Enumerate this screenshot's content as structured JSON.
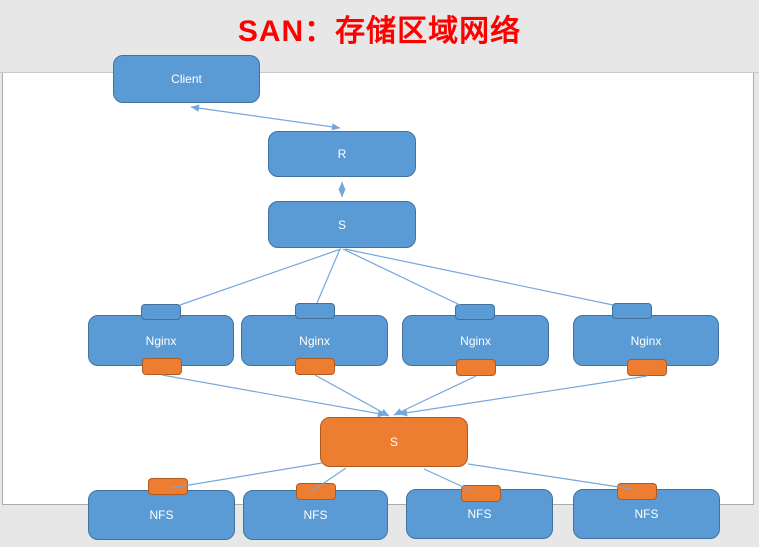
{
  "title": {
    "text": "SAN：存储区域网络"
  },
  "nodes": {
    "client": "Client",
    "relay": "R",
    "scheduler": "S",
    "nginx": [
      "Nginx",
      "Nginx",
      "Nginx",
      "Nginx"
    ],
    "storage": "S",
    "nfs": [
      "NFS",
      "NFS",
      "NFS",
      "NFS"
    ]
  },
  "colors": {
    "node_blue": "#5B9BD5",
    "node_blue_border": "#41719C",
    "node_orange": "#ED7D31",
    "node_orange_border": "#AE5A21",
    "connector": "#76A7DC",
    "title_red": "#FF0000",
    "band_gray": "#E7E7E7",
    "panel_white": "#FFFFFF",
    "panel_border": "#ABABAB"
  }
}
